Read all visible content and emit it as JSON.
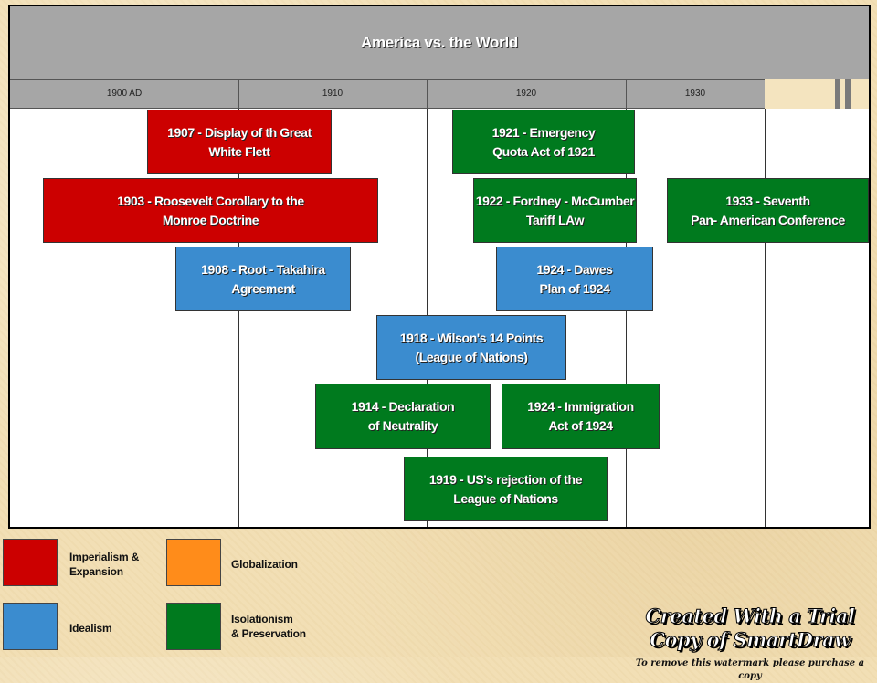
{
  "diagram": {
    "title": "America vs. the World",
    "scale_labels": [
      "1900 AD",
      "1910",
      "1920",
      "1930"
    ]
  },
  "events": [
    {
      "id": "great-white-fleet",
      "text": "1907 - Display of th Great\nWhite Flett",
      "category": "Imperialism & Expansion"
    },
    {
      "id": "emergency-quota-act",
      "text": "1921 - Emergency\nQuota Act of 1921",
      "category": "Isolationism & Preservation"
    },
    {
      "id": "roosevelt-corollary",
      "text": "1903 - Roosevelt Corollary to the\nMonroe Doctrine",
      "category": "Imperialism & Expansion"
    },
    {
      "id": "fordney-mccumber",
      "text": "1922 - Fordney - McCumber\nTariff LAw",
      "category": "Isolationism & Preservation"
    },
    {
      "id": "pan-american-conference",
      "text": "1933 - Seventh\nPan- American Conference",
      "category": "Isolationism & Preservation"
    },
    {
      "id": "root-takahira",
      "text": "1908 - Root - Takahira\nAgreement",
      "category": "Idealism"
    },
    {
      "id": "dawes-plan",
      "text": "1924 - Dawes\nPlan of 1924",
      "category": "Idealism"
    },
    {
      "id": "fourteen-points",
      "text": "1918 - Wilson's 14 Points\n(League of Nations)",
      "category": "Idealism"
    },
    {
      "id": "declaration-neutrality",
      "text": "1914 - Declaration\nof Neutrality",
      "category": "Isolationism & Preservation"
    },
    {
      "id": "immigration-act",
      "text": "1924 - Immigration\nAct of 1924",
      "category": "Isolationism & Preservation"
    },
    {
      "id": "league-rejection",
      "text": "1919 - US's rejection of the\nLeague of Nations",
      "category": "Isolationism & Preservation"
    }
  ],
  "legend": [
    {
      "label": "Imperialism &\nExpansion",
      "color": "#cc0000"
    },
    {
      "label": "Globalization",
      "color": "#ff8c1a"
    },
    {
      "label": "Idealism",
      "color": "#3b8ccf"
    },
    {
      "label": "Isolationism\n& Preservation",
      "color": "#007a1e"
    }
  ],
  "watermark": {
    "main": "Created With a Trial Copy of SmartDraw",
    "sub": "To remove this watermark please purchase a copy"
  }
}
